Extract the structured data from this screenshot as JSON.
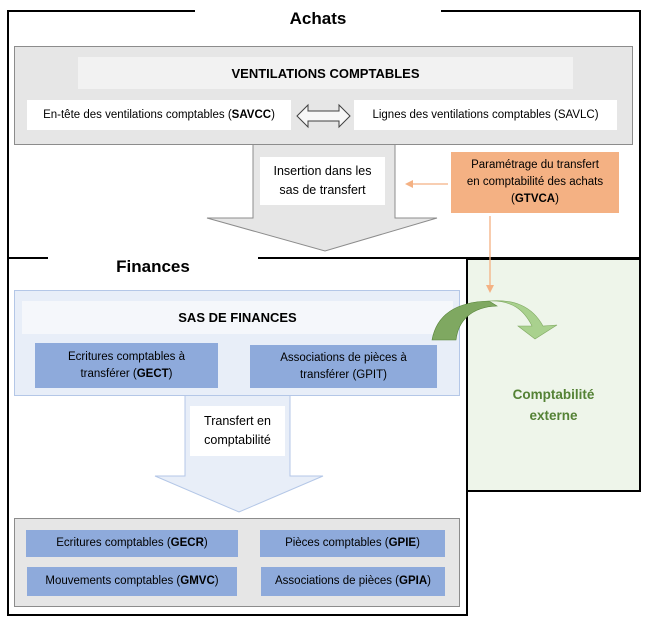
{
  "achats": {
    "title": "Achats",
    "panel": {
      "header": "VENTILATIONS COMPTABLES",
      "left_box": {
        "text": "En-tête des ventilations comptables (",
        "code": "SAVCC",
        "suffix": ")"
      },
      "right_box": {
        "text": "Lignes des ventilations comptables (SAVLC)"
      },
      "connector_icon": "double-arrow-icon"
    },
    "insertion_label_line1": "Insertion dans les",
    "insertion_label_line2": "sas de transfert",
    "config_box": {
      "line1": "Paramétrage du transfert",
      "line2": "en comptabilité des achats",
      "prefix": "(",
      "code": "GTVCA",
      "suffix": ")"
    }
  },
  "finances": {
    "title": "Finances",
    "sas": {
      "header": "SAS DE FINANCES",
      "left_box": {
        "line1": "Ecritures comptables à",
        "line2_prefix": "transférer (",
        "code": "GECT",
        "suffix": ")"
      },
      "right_box": {
        "line1": "Associations de pièces à",
        "line2": "transférer (GPIT)"
      }
    },
    "transfer_label_line1": "Transfert en",
    "transfer_label_line2": "comptabilité",
    "tables": [
      {
        "label": "Ecritures comptables (",
        "code": "GECR",
        "suffix": ")"
      },
      {
        "label": "Pièces comptables (",
        "code": "GPIE",
        "suffix": ")"
      },
      {
        "label": "Mouvements comptables (",
        "code": "GMVC",
        "suffix": ")"
      },
      {
        "label": "Associations de pièces (",
        "code": "GPIA",
        "suffix": ")"
      }
    ]
  },
  "external": {
    "line1": "Comptabilité",
    "line2": "externe"
  },
  "colors": {
    "frame": "#000000",
    "gray_panel": "#e6e6e6",
    "blue_panel": "#e8eef8",
    "blue_box": "#8eaadb",
    "orange_box": "#f4b183",
    "orange_arrow": "#f4b183",
    "green_panel": "#eef5ea",
    "green_text": "#548235",
    "green_arrow_dark": "#7fa861",
    "green_arrow_light": "#a9d18e"
  }
}
